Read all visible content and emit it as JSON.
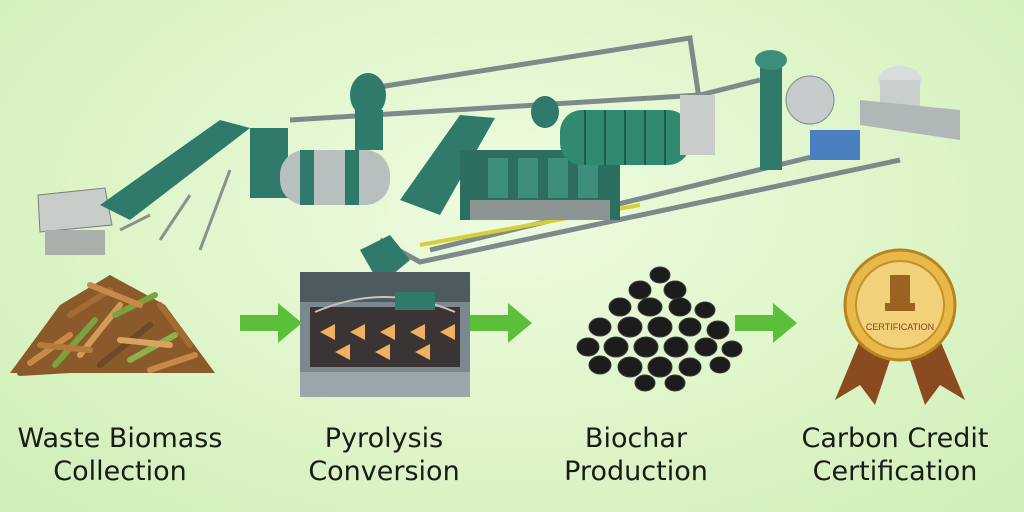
{
  "stages": [
    {
      "line1": "Waste Biomass",
      "line2": "Collection",
      "icon": "wood-chips-icon"
    },
    {
      "line1": "Pyrolysis",
      "line2": "Conversion",
      "icon": "pyrolysis-reactor-icon"
    },
    {
      "line1": "Biochar",
      "line2": "Production",
      "icon": "biochar-pile-icon"
    },
    {
      "line1": "Carbon Credit",
      "line2": "Certification",
      "icon": "certification-medal-icon"
    }
  ],
  "medal_text": "CERTIFICATION",
  "colors": {
    "background": "#dcf4c6",
    "machinery": "#2f7a6a",
    "arrow": "#5cbf3a",
    "medal_gold": "#d8a531",
    "ribbon": "#8a4b20"
  }
}
